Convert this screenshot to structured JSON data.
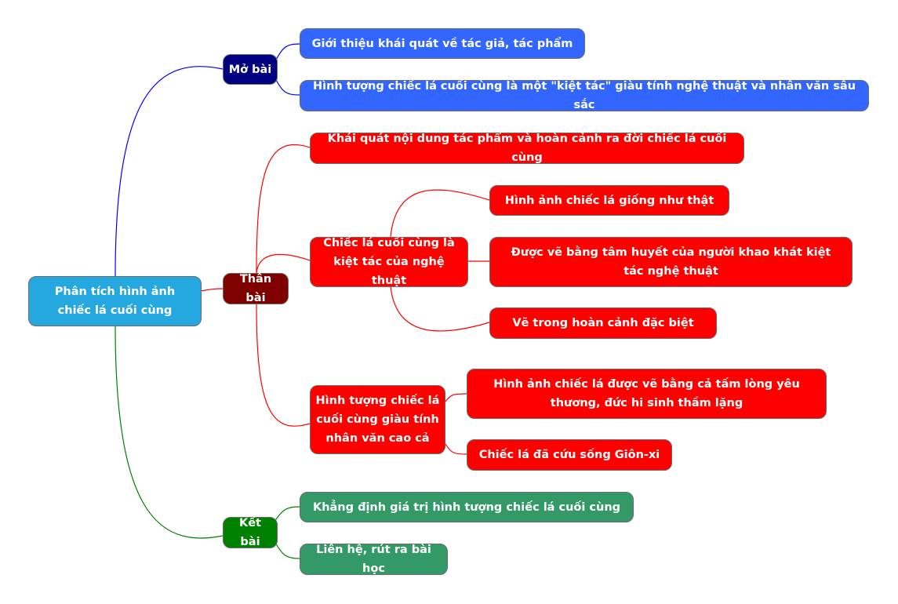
{
  "root": {
    "label": "Phân tích hình ảnh chiếc lá cuối cùng",
    "color": "#25A8E0"
  },
  "branches": [
    {
      "label": "Mở bài",
      "color": "#000080",
      "link_color": "#0000FF",
      "children": [
        "Giới thiệu khái quát về tác giả, tác phẩm",
        "Hình tượng chiếc lá cuối cùng là một \"kiệt tác\" giàu tính nghệ thuật và nhân văn sâu sắc"
      ]
    },
    {
      "label": "Thân bài",
      "color": "#800000",
      "link_color": "#FF0000",
      "children": [
        {
          "label": "Khái quát nội dung tác phẩm và hoàn cảnh ra đời chiếc lá cuối cùng"
        },
        {
          "label": "Chiếc lá cuối cùng là kiệt tác của nghệ thuật",
          "children": [
            "Hình ảnh chiếc lá giống như thật",
            "Được vẽ bằng tâm huyết của người khao khát kiệt tác nghệ thuật",
            "Vẽ trong hoàn cảnh đặc biệt"
          ]
        },
        {
          "label": "Hình tượng chiếc lá cuối cùng giàu tính nhân văn cao cả",
          "children": [
            "Hình ảnh chiếc lá được vẽ bằng cả tấm lòng yêu thương, đức hi sinh thầm lặng",
            "Chiếc lá đã cứu sống Giôn-xi"
          ]
        }
      ]
    },
    {
      "label": "Kết bài",
      "color": "#008000",
      "link_color": "#008000",
      "children": [
        "Khẳng định giá trị hình tượng chiếc lá cuối cùng",
        "Liên hệ, rút ra bài học"
      ]
    }
  ]
}
